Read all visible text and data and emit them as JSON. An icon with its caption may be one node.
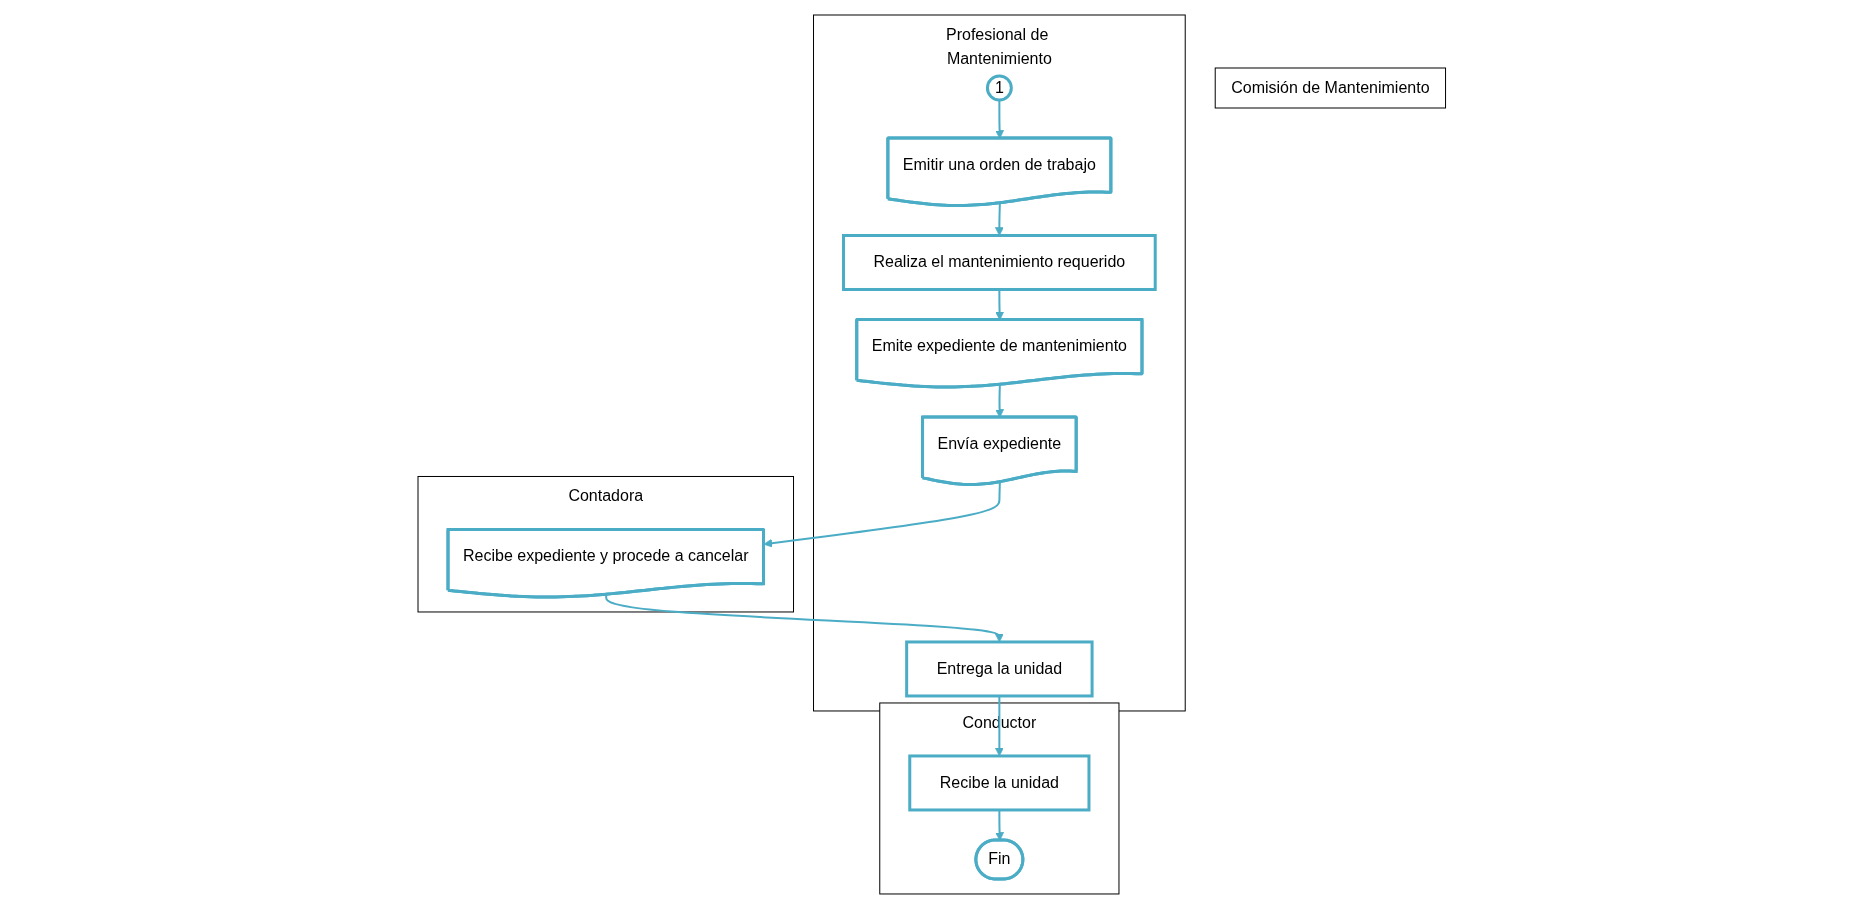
{
  "diagram": {
    "nodes": [
      {
        "text": [
          "Comisión de Mantenimiento"
        ]
      },
      {
        "text": [
          "Conductor"
        ]
      },
      {
        "text": [
          "Profesional de Mantenimiento"
        ]
      },
      {
        "text": [
          "Contadora"
        ]
      },
      {
        "text": [
          "1"
        ],
        "in": 2
      },
      {
        "text": [
          "Emitir una orden de trabajo"
        ],
        "in": 2
      },
      {
        "text": [
          "Realiza el mantenimiento requerido"
        ],
        "in": 2
      },
      {
        "text": [
          "Emite expediente de mantenimiento"
        ],
        "in": 2
      },
      {
        "text": [
          "Envía expediente"
        ],
        "in": 2
      },
      {
        "text": [
          "Recibe expediente y procede a cancelar"
        ],
        "in": 3
      },
      {
        "text": [
          "Entrega la unidad"
        ],
        "in": 2
      },
      {
        "text": [
          "Recibe la unidad"
        ],
        "in": 1
      },
      {
        "text": [
          "Fin"
        ],
        "in": 1
      }
    ],
    "edges": [
      {
        "from": 4,
        "to": 5,
        "arrow": "to"
      },
      {
        "from": 5,
        "to": 6,
        "arrow": "to"
      },
      {
        "from": 6,
        "to": 7,
        "arrow": "to"
      },
      {
        "from": 7,
        "to": 8,
        "arrow": "to"
      },
      {
        "from": 8,
        "to": 9,
        "arrow": "to"
      },
      {
        "from": 9,
        "to": 10,
        "arrow": "to"
      },
      {
        "from": 10,
        "to": 11,
        "arrow": "to"
      },
      {
        "from": 11,
        "to": 12,
        "arrow": "to"
      }
    ]
  }
}
